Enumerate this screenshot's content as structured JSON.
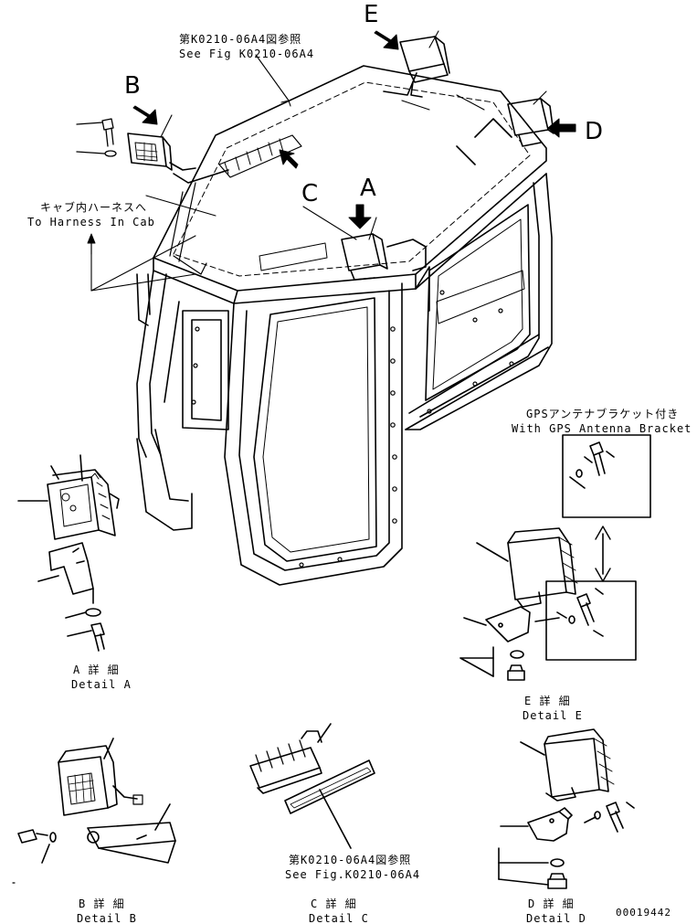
{
  "callouts": {
    "letters": [
      "A",
      "B",
      "C",
      "D",
      "E"
    ]
  },
  "refs": {
    "top_jp": "第K0210-06A4図参照",
    "top_en": "See Fig K0210-06A4",
    "harness_jp": "キャブ内ハーネスへ",
    "harness_en": "To Harness In Cab",
    "gps_jp": "GPSアンテナブラケット付き",
    "gps_en": "With GPS Antenna Bracket",
    "c_ref_jp": "第K0210-06A4図参照",
    "c_ref_en": "See Fig.K0210-06A4"
  },
  "details": {
    "a_jp": "A 詳 細",
    "a_en": "Detail A",
    "b_jp": "B 詳 細",
    "b_en": "Detail B",
    "c_jp": "C 詳 細",
    "c_en": "Detail C",
    "d_jp": "D 詳 細",
    "d_en": "Detail D",
    "e_jp": "E 詳 細",
    "e_en": "Detail E"
  },
  "drawing_number": "00019442"
}
